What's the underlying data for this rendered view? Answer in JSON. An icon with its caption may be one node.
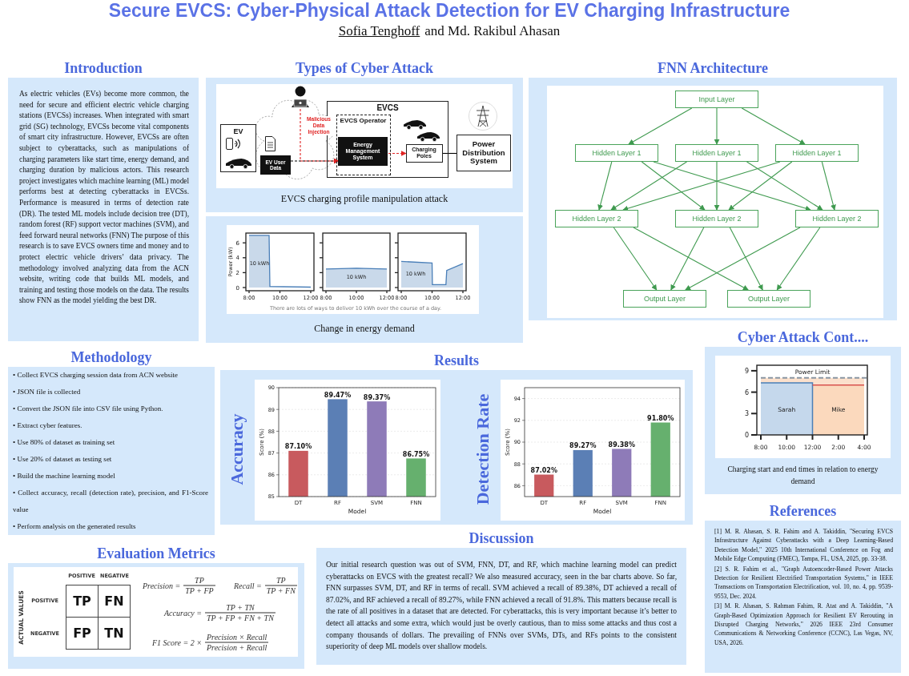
{
  "diagram": {
    "title": "Secure EVCS: Cyber-Physical Attack Detection for EV Charging Infrastructure",
    "nodes": [
      {
        "text": [
          "Introduction",
          "As electric vehicles (EVs) become more common, the need for secure and efficient electric vehicle charging stations (EVCSs) increases. When integrated with smart grid (SG) technology, EVCSs become vital components of smart city infrastructure. However, EVCSs are often subject to cyberattacks, such as manipulations of charging parameters like start time, energy demand, and charging duration by malicious actors. This research project investigates which machine learning (ML) model performs best at detecting cyberattacks in EVCSs. Performance is measured in terms of detection rate (DR). The tested ML models include decision tree (DT), random forest (RF) support vector machines (SVM), and feed forward neural networks (FNN) The purpose of this research is to save EVCS owners time and money and to protect electric vehicle drivers’ data privacy. The methodology involved analyzing data from the ACN website, writing code that builds ML models, and training and testing those models on the data. The results show FNN as the model yielding the best DR."
        ]
      },
      {
        "text": [
          "Types of Cyber Attack",
          "EVCS charging profile manipulation attack"
        ]
      },
      {
        "text": [],
        "shape": "picture",
        "in": 1
      },
      {
        "text": [
          "EV"
        ],
        "in": 1
      },
      {
        "text": [
          "EV User Data"
        ],
        "in": 1
      },
      {
        "text": [
          "EVCS"
        ],
        "in": 1
      },
      {
        "text": [
          "EVCS Operator"
        ],
        "in": 5
      },
      {
        "text": [
          "Energy Management System"
        ],
        "in": 6
      },
      {
        "text": [
          "Charging Poles"
        ],
        "in": 5
      },
      {
        "text": [
          "Power Distribution System"
        ],
        "in": 1
      },
      {
        "text": [
          "Change in energy demand"
        ]
      },
      {
        "text": [
          "FNN Architecture"
        ]
      },
      {
        "text": [
          "Input Layer"
        ],
        "in": 11
      },
      {
        "text": [
          "Hidden Layer 1"
        ],
        "in": 11
      },
      {
        "text": [
          "Hidden Layer 1"
        ],
        "in": 11
      },
      {
        "text": [
          "Hidden Layer 1"
        ],
        "in": 11
      },
      {
        "text": [
          "Hidden Layer 2"
        ],
        "in": 11
      },
      {
        "text": [
          "Hidden Layer 2"
        ],
        "in": 11
      },
      {
        "text": [
          "Hidden Layer 2"
        ],
        "in": 11
      },
      {
        "text": [
          "Output Layer"
        ],
        "in": 11
      },
      {
        "text": [
          "Output Layer"
        ],
        "in": 11
      },
      {
        "text": [
          "Methodology",
          "• Collect EVCS charging session data from ACN website",
          "• JSON file is collected",
          "• Convert the JSON file into CSV file using Python.",
          "• Extract cyber features.",
          "• Use 80% of dataset as training set",
          "• Use 20% of dataset as testing set",
          "• Build the machine learning model",
          "• Collect accuracy, recall (detection rate), precision, and F1-Score value",
          "• Perform analysis on the generated results"
        ]
      },
      {
        "text": [
          "Results"
        ]
      },
      {
        "text": [
          "Cyber Attack Cont....",
          "Charging start and end times in relation to energy demand"
        ]
      },
      {
        "text": [
          "Evaluation Metrics"
        ]
      },
      {
        "text": [
          "Discussion",
          "Our initial research question was out of SVM, FNN, DT, and RF, which machine learning model can predict cyberattacks on EVCS with the greatest recall? We also measured accuracy, seen in the bar charts above. So far, FNN surpasses SVM, DT, and RF in terms of recall. SVM achieved a recall of 89.38%, DT achieved a recall of 87.02%, and RF achieved a recall of 89.27%, while FNN achieved a recall of 91.8%. This matters because recall is the rate of all positives in a dataset that are detected. For cyberattacks, this is very important because it’s better to detect all attacks and some extra, which would just be overly cautious, than to miss some attacks and thus cost a company thousands of dollars. The prevailing of FNNs over SVMs, DTs, and RFs points to the consistent superiority of deep ML models over shallow models."
        ]
      },
      {
        "text": [
          "References",
          "[1] M. R. Ahasan, S. R. Fahim and A. Takiddin, \"Securing EVCS Infrastructure Against Cyberattacks with a Deep Learning-Based Detection Model,\" 2025 10th International Conference on Fog and Mobile Edge Computing (FMEC), Tampa, FL, USA, 2025, pp. 33-38.",
          "[2] S. R. Fahim et al., \"Graph Autoencoder-Based Power Attacks Detection for Resilient Electrified Transportation Systems,\" in IEEE Transactions on Transportation Electrification, vol. 10, no. 4, pp. 9539-9553, Dec. 2024.",
          "[3] M. R. Ahasan, S. Rahman Fahim, R. Atat and A. Takiddin, \"A Graph-Based Optimization Approach for Resilient EV Rerouting in Disrupted Charging Networks,\" 2026 IEEE 23rd Consumer Communications & Networking Conference (CCNC), Las Vegas, NV, USA, 2026."
        ]
      }
    ],
    "edges": [
      {
        "from": 4,
        "to": 7,
        "arrow": "to",
        "style": "dashed",
        "color": "#000000"
      },
      {
        "from": 2,
        "to": 7,
        "arrow": "to",
        "label": "Malicious Data Injection",
        "style": "dashed",
        "color": "#e02424"
      },
      {
        "from": 7,
        "to": 8,
        "arrow": "to",
        "style": "dashed",
        "color": "#e02424"
      },
      {
        "from": 8,
        "to": 9,
        "arrow": "none",
        "color": "#000000"
      },
      {
        "from": 12,
        "to": 13,
        "arrow": "to"
      },
      {
        "from": 12,
        "to": 14,
        "arrow": "to"
      },
      {
        "from": 12,
        "to": 15,
        "arrow": "to"
      },
      {
        "from": 14,
        "to": 16,
        "arrow": "to"
      },
      {
        "from": 14,
        "to": 17,
        "arrow": "to"
      },
      {
        "from": 14,
        "to": 18,
        "arrow": "to"
      },
      {
        "from": 13,
        "to": 16,
        "arrow": "to"
      },
      {
        "from": 13,
        "to": 17,
        "arrow": "to"
      },
      {
        "from": 13,
        "to": 18,
        "arrow": "to"
      },
      {
        "from": 15,
        "to": 16,
        "arrow": "to"
      },
      {
        "from": 15,
        "to": 17,
        "arrow": "to"
      },
      {
        "from": 15,
        "to": 18,
        "arrow": "to"
      },
      {
        "from": 16,
        "to": 19,
        "arrow": "to"
      },
      {
        "from": 16,
        "to": 20,
        "arrow": "to"
      },
      {
        "from": 17,
        "to": 19,
        "arrow": "to"
      },
      {
        "from": 17,
        "to": 20,
        "arrow": "to"
      },
      {
        "from": 18,
        "to": 19,
        "arrow": "to"
      },
      {
        "from": 18,
        "to": 20,
        "arrow": "to"
      }
    ],
    "labels": [
      "Sofia Tenghoff",
      "and Md. Rakibul Ahasan",
      "6",
      "4",
      "2",
      "0",
      "Power (kW)",
      "10 kWh",
      "10 kWh",
      "10 kWh",
      "8:00",
      "10:00",
      "12:00",
      "8:00",
      "10:00",
      "12:00",
      "8:00",
      "10:00",
      "12:00",
      "There are lots of ways to deliver 10 kWh over the course of a day.",
      "9",
      "Power Limit",
      "6",
      "3",
      "0",
      "Sarah",
      "Mike",
      "8:00",
      "10:00",
      "12:00",
      "2:00",
      "4:00",
      "POSITIVE",
      "NEGATIVE",
      "ACTUAL VALUES",
      "POSITIVE",
      "NEGATIVE",
      "TP",
      "FN",
      "FP",
      "TN",
      "Precision =",
      "TP",
      "TP + FP",
      "Recall =",
      "TP",
      "TP + FN",
      "Accuracy =",
      "TP + TN",
      "TP + FP + FN + TN",
      "F1 Score = 2 ×",
      "Precision × Recall",
      "Precision + Recall"
    ],
    "chart_data": [
      {
        "type": "bar",
        "title": "Accuracy",
        "xlabel": "Model",
        "ylabel": "Score (%)",
        "categories": [
          "DT",
          "RF",
          "SVM",
          "FNN"
        ],
        "series": [
          {
            "values": [
              87.1,
              89.47,
              89.37,
              86.75
            ]
          }
        ],
        "ylim": [
          85,
          90
        ],
        "grid": true,
        "yticks": [
          85,
          86,
          87,
          88,
          89,
          90
        ],
        "value_labels": [
          "87.10%",
          "89.47%",
          "89.37%",
          "86.75%"
        ]
      },
      {
        "type": "bar",
        "title": "Detection Rate",
        "xlabel": "Model",
        "ylabel": "Score (%)",
        "categories": [
          "DT",
          "RF",
          "SVM",
          "FNN"
        ],
        "series": [
          {
            "values": [
              87.02,
              89.27,
              89.38,
              91.8
            ]
          }
        ],
        "ylim": [
          85,
          95
        ],
        "grid": true,
        "yticks": [
          86,
          88,
          90,
          92,
          94
        ],
        "value_labels": [
          "87.02%",
          "89.27%",
          "89.38%",
          "91.80%"
        ]
      }
    ]
  }
}
